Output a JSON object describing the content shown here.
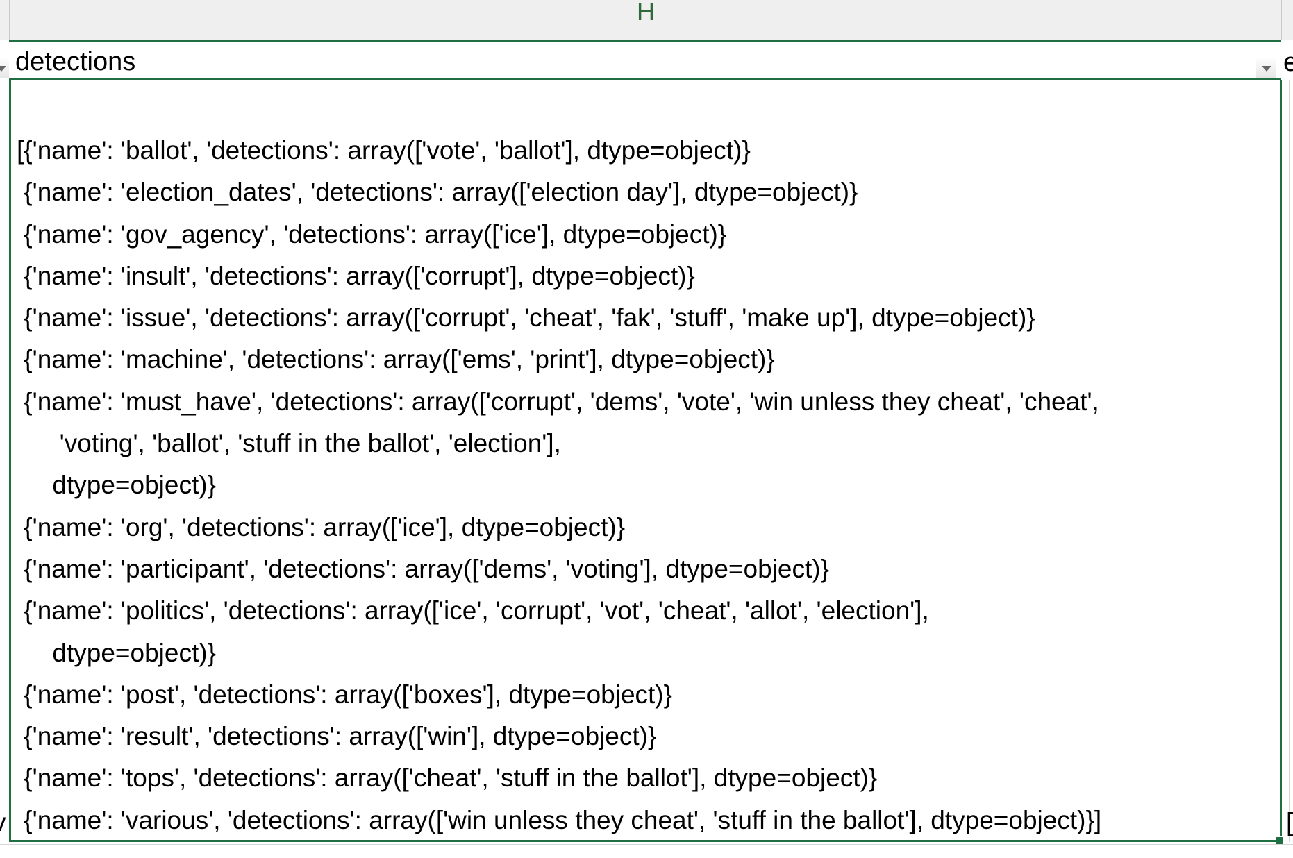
{
  "column": {
    "letter": "H"
  },
  "header_cell": {
    "text": "detections",
    "right_cutoff_text": "e"
  },
  "cell": {
    "lines": [
      "[{'name': 'ballot', 'detections': array(['vote', 'ballot'], dtype=object)}",
      " {'name': 'election_dates', 'detections': array(['election day'], dtype=object)}",
      " {'name': 'gov_agency', 'detections': array(['ice'], dtype=object)}",
      " {'name': 'insult', 'detections': array(['corrupt'], dtype=object)}",
      " {'name': 'issue', 'detections': array(['corrupt', 'cheat', 'fak', 'stuff', 'make up'], dtype=object)}",
      " {'name': 'machine', 'detections': array(['ems', 'print'], dtype=object)}",
      " {'name': 'must_have', 'detections': array(['corrupt', 'dems', 'vote', 'win unless they cheat', 'cheat',",
      "      'voting', 'ballot', 'stuff in the ballot', 'election'],",
      "     dtype=object)}",
      " {'name': 'org', 'detections': array(['ice'], dtype=object)}",
      " {'name': 'participant', 'detections': array(['dems', 'voting'], dtype=object)}",
      " {'name': 'politics', 'detections': array(['ice', 'corrupt', 'vot', 'cheat', 'allot', 'election'],",
      "     dtype=object)}",
      " {'name': 'post', 'detections': array(['boxes'], dtype=object)}",
      " {'name': 'result', 'detections': array(['win'], dtype=object)}",
      " {'name': 'tops', 'detections': array(['cheat', 'stuff in the ballot'], dtype=object)}",
      " {'name': 'various', 'detections': array(['win unless they cheat', 'stuff in the ballot'], dtype=object)}]"
    ],
    "left_cutoff_text": "v",
    "right_cutoff_text": "["
  },
  "colors": {
    "selection_border": "#1f6f43",
    "column_letter": "#2e6b3a",
    "header_background": "#efefef"
  },
  "icons": {
    "filter": "chevron-down-icon"
  }
}
